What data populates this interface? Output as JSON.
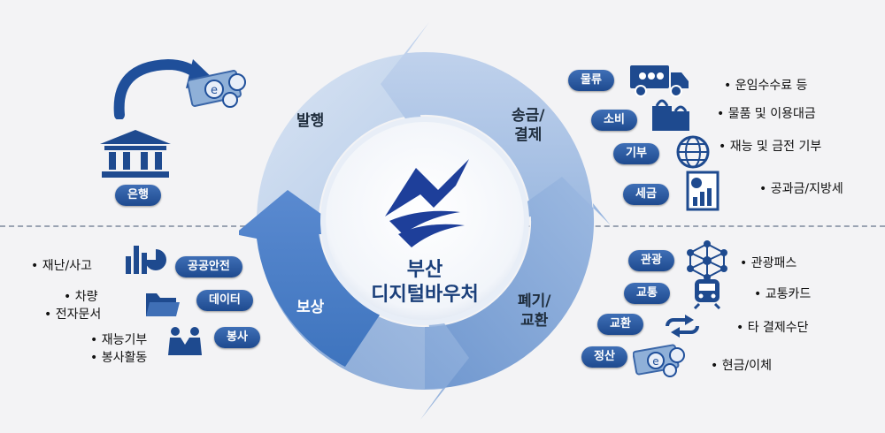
{
  "cycle": {
    "issue": "발행",
    "transfer_line1": "송금/",
    "transfer_line2": "결제",
    "dispose_line1": "폐기/",
    "dispose_line2": "교환",
    "reward": "보상",
    "center_line1": "부산",
    "center_line2": "디지털바우처"
  },
  "bank": {
    "label": "은행"
  },
  "right_items": [
    {
      "tag": "물류",
      "desc": "• 운임수수료 등",
      "icon": "truck-icon"
    },
    {
      "tag": "소비",
      "desc": "• 물품 및 이용대금",
      "icon": "shopping-bag-icon"
    },
    {
      "tag": "기부",
      "desc": "• 재능 및 금전 기부",
      "icon": "globe-icon"
    },
    {
      "tag": "세금",
      "desc": "• 공과금/지방세",
      "icon": "document-chart-icon"
    },
    {
      "tag": "관광",
      "desc": "• 관광패스",
      "icon": "network-icon"
    },
    {
      "tag": "교통",
      "desc": "• 교통카드",
      "icon": "train-icon"
    },
    {
      "tag": "교환",
      "desc": "• 타 결제수단",
      "icon": "exchange-icon"
    },
    {
      "tag": "정산",
      "desc": "• 현금/이체",
      "icon": "money-icon"
    }
  ],
  "left_items": [
    {
      "tag": "공공안전",
      "desc_line1": "• 재난/사고",
      "desc_line2": "",
      "icon": "chart-icon"
    },
    {
      "tag": "데이터",
      "desc_line1": "• 차량",
      "desc_line2": "• 전자문서",
      "icon": "folder-icon"
    },
    {
      "tag": "봉사",
      "desc_line1": "• 재능기부",
      "desc_line2": "• 봉사활동",
      "icon": "people-icon"
    }
  ],
  "colors": {
    "dark_blue": "#1e4a8f",
    "light_blue": "#bcd0ea",
    "mid_blue": "#8aaedb",
    "accent_blue": "#3f78c4"
  }
}
